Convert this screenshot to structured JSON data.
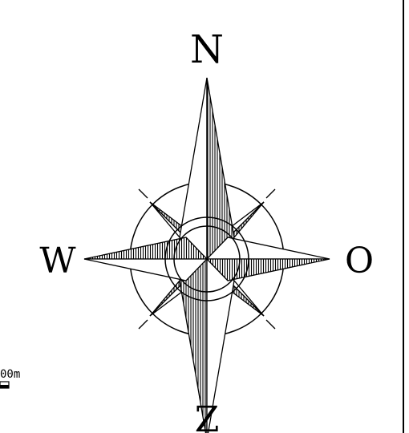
{
  "compass": {
    "north_label": "N",
    "west_label": "W",
    "east_label": "O",
    "south_label": "Z",
    "ink_color": "#000000",
    "paper_color": "#ffffff"
  },
  "scale_bar": {
    "label": "00m"
  }
}
